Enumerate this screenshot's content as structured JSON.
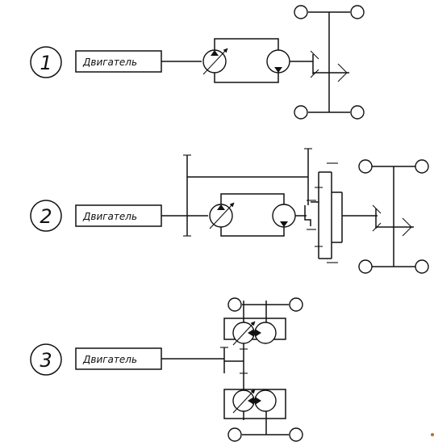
{
  "schemes": [
    {
      "number": "1",
      "engine_label": "Двигатель"
    },
    {
      "number": "2",
      "engine_label": "Двигатель"
    },
    {
      "number": "3",
      "engine_label": "Двигатель"
    }
  ]
}
